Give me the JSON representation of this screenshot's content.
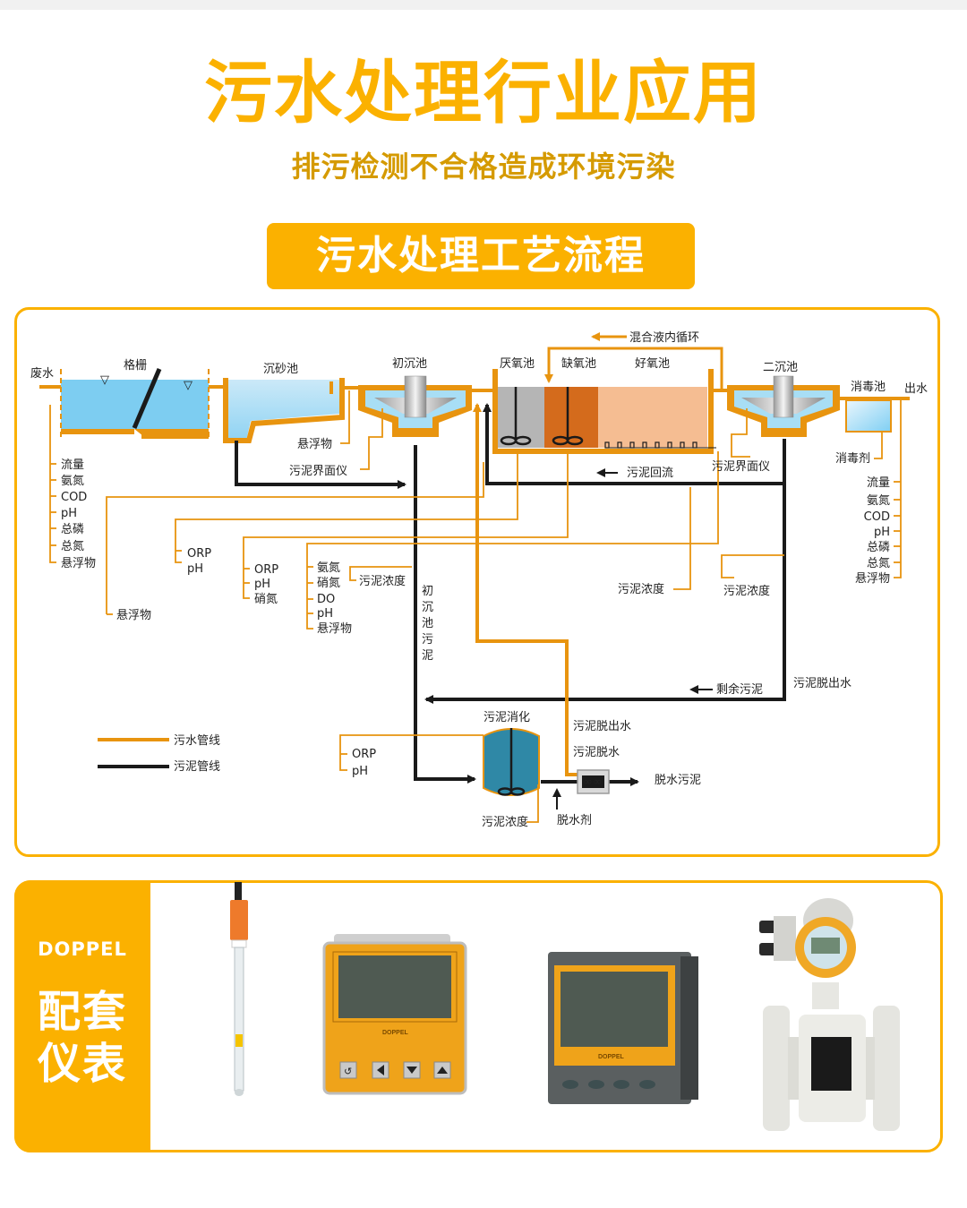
{
  "header": {
    "title": "污水处理行业应用",
    "subtitle": "排污检测不合格造成环境污染",
    "section_banner": "污水处理工艺流程"
  },
  "colors": {
    "brand_yellow": "#fbb100",
    "sewage_line": "#e8940f",
    "sludge_line": "#1a1a1a",
    "water_blue": "#7dcdf1",
    "anaerobic_grey": "#b5b5b5",
    "anoxic_orange": "#d46b1c",
    "aerobic_peach": "#f5bd92",
    "digester_teal": "#2f88a6"
  },
  "diagram": {
    "inlet": "废水",
    "outlet": "出水",
    "stages": {
      "screen": "格栅",
      "grit_chamber": "沉砂池",
      "primary_clarifier": "初沉池",
      "anaerobic": "厌氧池",
      "anoxic": "缺氧池",
      "aerobic": "好氧池",
      "secondary_clarifier": "二沉池",
      "disinfection": "消毒池"
    },
    "flows": {
      "internal_recycle": "混合液内循环",
      "sludge_return": "污泥回流",
      "excess_sludge": "剩余污泥",
      "primary_sludge": "初沉池污泥",
      "dewater_outflow_right": "污泥脱出水",
      "dewater_outflow": "污泥脱出水",
      "dewatering": "污泥脱水",
      "dewatered_sludge": "脱水污泥",
      "digestion": "污泥消化",
      "dewatering_agent": "脱水剂"
    },
    "labels": {
      "suspended_solids": "悬浮物",
      "sludge_interface_1": "污泥界面仪",
      "sludge_interface_2": "污泥界面仪",
      "disinfectant": "消毒剂",
      "sludge_conc_a": "污泥浓度",
      "sludge_conc_b": "污泥浓度",
      "sludge_conc_c": "污泥浓度",
      "sludge_conc_d": "污泥浓度",
      "grit_ss": "悬浮物"
    },
    "inlet_params": [
      "流量",
      "氨氮",
      "COD",
      "pH",
      "总磷",
      "总氮",
      "悬浮物"
    ],
    "outlet_params": [
      "流量",
      "氨氮",
      "COD",
      "pH",
      "总磷",
      "总氮",
      "悬浮物"
    ],
    "anaerobic_params": [
      "ORP",
      "pH"
    ],
    "anoxic_params": [
      "ORP",
      "pH",
      "硝氮"
    ],
    "aerobic_params": [
      "氨氮",
      "硝氮",
      "DO",
      "pH",
      "悬浮物"
    ],
    "digester_params": [
      "ORP",
      "pH"
    ],
    "legend": [
      {
        "label": "污水管线",
        "color": "#e8940f"
      },
      {
        "label": "污泥管线",
        "color": "#1a1a1a"
      }
    ]
  },
  "products": {
    "brand": "DOPPEL",
    "heading_line1": "配套",
    "heading_line2": "仪表",
    "items": [
      {
        "name": "ph-electrode",
        "label": ""
      },
      {
        "name": "square-controller",
        "label": "DOPPEL"
      },
      {
        "name": "panel-controller",
        "label": "DOPPEL"
      },
      {
        "name": "electromagnetic-flowmeter",
        "label": ""
      }
    ]
  }
}
